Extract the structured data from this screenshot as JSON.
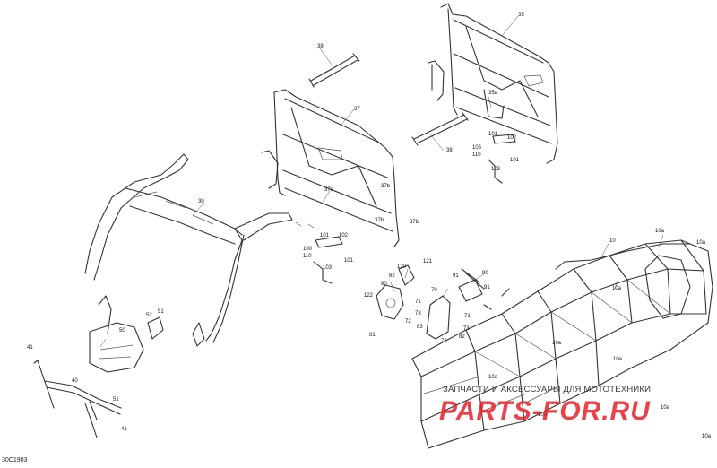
{
  "diagram": {
    "code": "30C1903",
    "callouts": [
      {
        "id": "c35",
        "text": "35"
      },
      {
        "id": "c38a",
        "text": "38"
      },
      {
        "id": "c37",
        "text": "37"
      },
      {
        "id": "c35a",
        "text": "35a"
      },
      {
        "id": "c38b",
        "text": "38"
      },
      {
        "id": "c101a",
        "text": "101"
      },
      {
        "id": "c102a",
        "text": "102"
      },
      {
        "id": "c105",
        "text": "105"
      },
      {
        "id": "c110a",
        "text": "110"
      },
      {
        "id": "c101b",
        "text": "101"
      },
      {
        "id": "c103a",
        "text": "103"
      },
      {
        "id": "c37a",
        "text": "37a"
      },
      {
        "id": "c37b1",
        "text": "37b"
      },
      {
        "id": "c37b2",
        "text": "37b"
      },
      {
        "id": "c37b3",
        "text": "37b"
      },
      {
        "id": "c30",
        "text": "30"
      },
      {
        "id": "c101c",
        "text": "101"
      },
      {
        "id": "c102b",
        "text": "102"
      },
      {
        "id": "c100",
        "text": "100"
      },
      {
        "id": "c110b",
        "text": "110"
      },
      {
        "id": "c101d",
        "text": "101"
      },
      {
        "id": "c103b",
        "text": "103"
      },
      {
        "id": "c121",
        "text": "121"
      },
      {
        "id": "c120",
        "text": "120"
      },
      {
        "id": "c82",
        "text": "82"
      },
      {
        "id": "c80",
        "text": "80"
      },
      {
        "id": "c122",
        "text": "122"
      },
      {
        "id": "c71a",
        "text": "71"
      },
      {
        "id": "c72a",
        "text": "72"
      },
      {
        "id": "c73a",
        "text": "73"
      },
      {
        "id": "c70",
        "text": "70"
      },
      {
        "id": "c81",
        "text": "81"
      },
      {
        "id": "c83",
        "text": "83"
      },
      {
        "id": "c72b",
        "text": "72"
      },
      {
        "id": "c91a",
        "text": "91"
      },
      {
        "id": "c90",
        "text": "90"
      },
      {
        "id": "c91b",
        "text": "91"
      },
      {
        "id": "c71b",
        "text": "71"
      },
      {
        "id": "c73b",
        "text": "73"
      },
      {
        "id": "c82b",
        "text": "82"
      },
      {
        "id": "c10",
        "text": "10"
      },
      {
        "id": "c10a1",
        "text": "10a"
      },
      {
        "id": "c10a2",
        "text": "10a"
      },
      {
        "id": "c10a3",
        "text": "10a"
      },
      {
        "id": "c10a4",
        "text": "10a"
      },
      {
        "id": "c10a5",
        "text": "10a"
      },
      {
        "id": "c10a6",
        "text": "10a"
      },
      {
        "id": "c10a7",
        "text": "10a"
      },
      {
        "id": "c10a8",
        "text": "10a"
      },
      {
        "id": "c10a9",
        "text": "10a"
      },
      {
        "id": "c52",
        "text": "52"
      },
      {
        "id": "c51a",
        "text": "51"
      },
      {
        "id": "c50",
        "text": "50"
      },
      {
        "id": "c41a",
        "text": "41"
      },
      {
        "id": "c40",
        "text": "40"
      },
      {
        "id": "c51b",
        "text": "51"
      },
      {
        "id": "c41b",
        "text": "41"
      }
    ]
  },
  "watermark": {
    "caption": "ЗАПЧАСТИ И АКСЕССУАРЫ ДЛЯ МОТОТЕХНИКИ",
    "logo_text": "PARTS-FOR.RU",
    "logo_color": "#e8202a"
  }
}
